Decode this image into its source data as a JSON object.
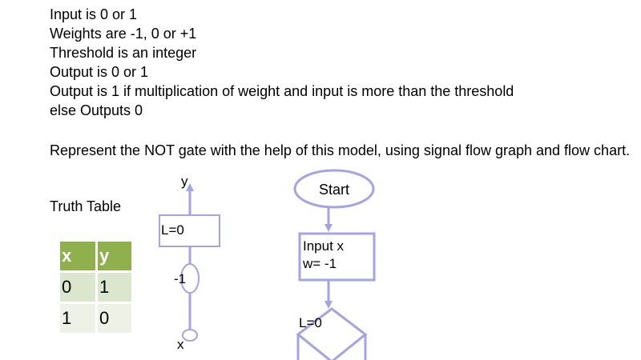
{
  "rules": [
    "Input is 0 or 1",
    "Weights are -1, 0 or +1",
    "Threshold is an integer",
    "Output is 0 or 1",
    "Output is 1 if multiplication of weight and input is more than the threshold",
    "else Outputs 0"
  ],
  "task": "Represent the NOT gate with the help of this model, using signal flow graph and flow chart.",
  "truth_table": {
    "label": "Truth Table",
    "headers": [
      "x",
      "y"
    ],
    "rows": [
      [
        "0",
        "1"
      ],
      [
        "1",
        "0"
      ]
    ],
    "colors": {
      "header": "#8fb04c",
      "row_dark": "#dce6cc",
      "row_light": "#eef2e6"
    }
  },
  "signal_flow": {
    "output_label": "y",
    "threshold_label": "L=0",
    "weight_label": "-1",
    "input_label": "x"
  },
  "flowchart": {
    "start": "Start",
    "input_line1": "Input x",
    "input_line2": "w= -1",
    "decision_label": "L=0"
  },
  "colors": {
    "stroke": "#a3a3e6"
  }
}
